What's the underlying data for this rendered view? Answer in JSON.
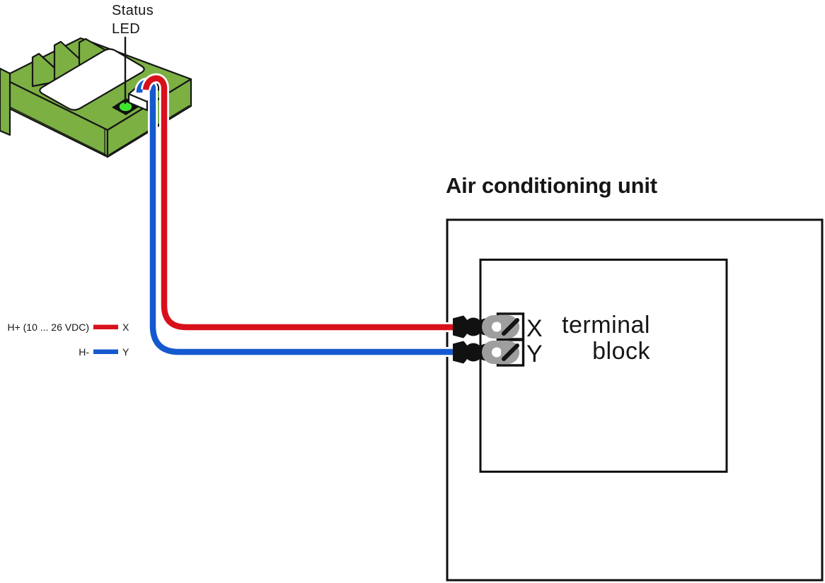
{
  "diagram": {
    "device": {
      "callout_line1": "Status",
      "callout_line2": "LED"
    },
    "legend": {
      "rows": [
        {
          "signal": "H+ (10 ... 26 VDC)",
          "terminal": "X"
        },
        {
          "signal": "H-",
          "terminal": "Y"
        }
      ]
    },
    "ac_unit": {
      "title": "Air conditioning unit",
      "terminal_block": {
        "label_line1": "terminal",
        "label_line2": "block",
        "terminals": [
          {
            "label": "X"
          },
          {
            "label": "Y"
          }
        ]
      }
    },
    "colors": {
      "wire_positive": "#d8101c",
      "wire_negative": "#1559cf",
      "board_green": "#7cb043",
      "led_green": "#3fe22e",
      "lug_gray": "#9e9e9e",
      "outline": "#161616"
    }
  }
}
